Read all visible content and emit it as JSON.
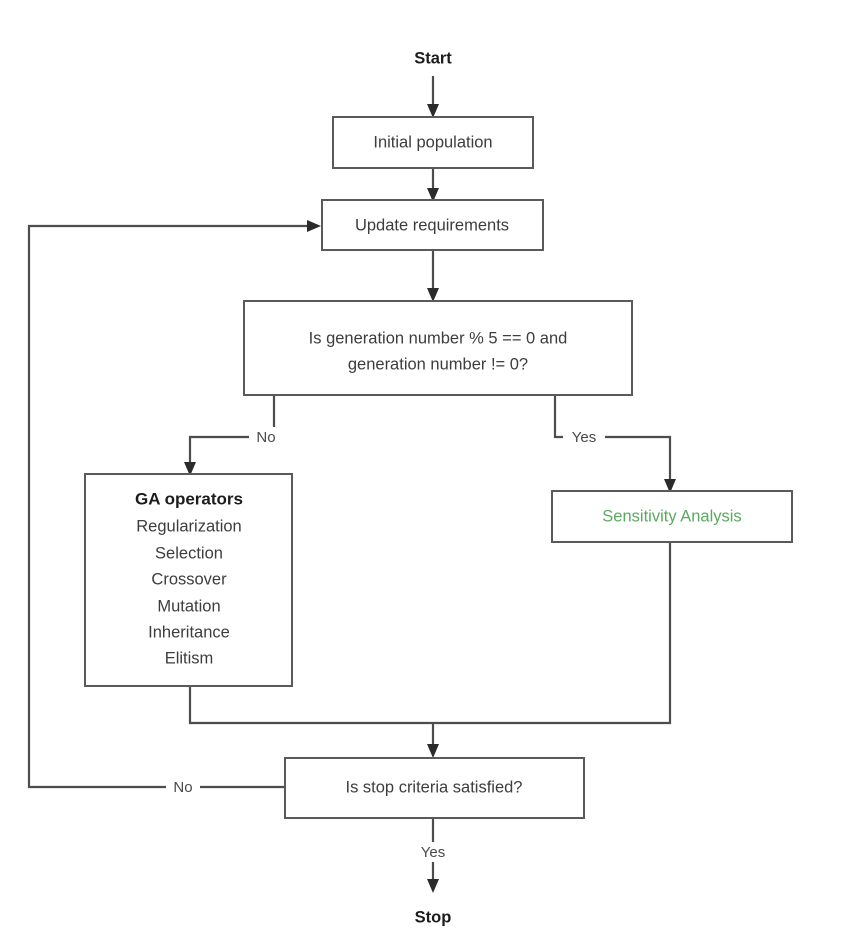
{
  "diagram": {
    "title_terminal_start": "Start",
    "title_terminal_stop": "Stop",
    "accent_green": "#5aa95f",
    "line_color": "#4d4d4d",
    "box_border_color": "#5a5a5a",
    "background": "#ffffff"
  },
  "nodes": {
    "start": {
      "label": "Start",
      "type": "terminal"
    },
    "initial_population": {
      "label": "Initial population",
      "type": "process"
    },
    "update_requirements": {
      "label": "Update requirements",
      "type": "process"
    },
    "decision_generation": {
      "type": "decision",
      "line1": "Is generation number % 5 == 0 and",
      "line2": "generation number != 0?"
    },
    "ga_operators": {
      "type": "process",
      "title": "GA operators",
      "items": [
        "Regularization",
        "Selection",
        "Crossover",
        "Mutation",
        "Inheritance",
        "Elitism"
      ]
    },
    "sensitivity_analysis": {
      "label": "Sensitivity Analysis",
      "type": "process",
      "text_color": "#5aa95f"
    },
    "stop_criteria": {
      "label": "Is stop criteria satisfied?",
      "type": "decision"
    },
    "stop": {
      "label": "Stop",
      "type": "terminal"
    }
  },
  "edge_labels": {
    "decision_no": "No",
    "decision_yes": "Yes",
    "stop_criteria_no": "No",
    "stop_criteria_yes": "Yes"
  }
}
